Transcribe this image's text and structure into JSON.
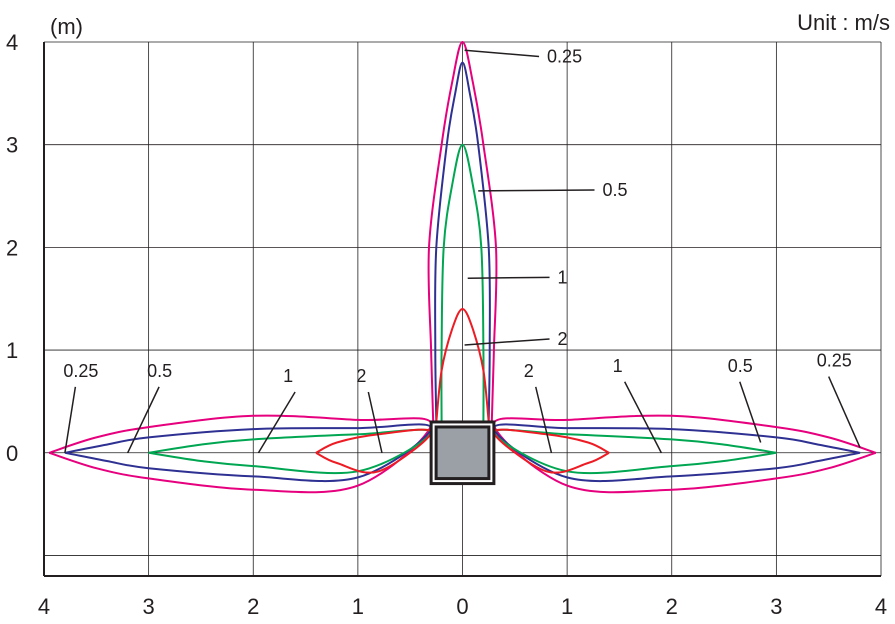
{
  "chart_data": {
    "type": "contour",
    "ylabel": "(m)",
    "unit_label": "Unit  : m/s",
    "xlim": [
      -4,
      4
    ],
    "ylim": [
      -1.2,
      4
    ],
    "x_ticks": [
      {
        "value": -4,
        "label": "4"
      },
      {
        "value": -3,
        "label": "3"
      },
      {
        "value": -2,
        "label": "2"
      },
      {
        "value": -1,
        "label": "1"
      },
      {
        "value": 0,
        "label": "0"
      },
      {
        "value": 1,
        "label": "1"
      },
      {
        "value": 2,
        "label": "2"
      },
      {
        "value": 3,
        "label": "3"
      },
      {
        "value": 4,
        "label": "4"
      }
    ],
    "y_ticks": [
      {
        "value": 0,
        "label": "0"
      },
      {
        "value": 1,
        "label": "1"
      },
      {
        "value": 2,
        "label": "2"
      },
      {
        "value": 3,
        "label": "3"
      },
      {
        "value": 4,
        "label": "4"
      }
    ],
    "grid": true,
    "outlet_box": {
      "x": [
        -0.3,
        0.3
      ],
      "y": [
        -0.3,
        0.3
      ],
      "fill": "#9aa0a6"
    },
    "series": [
      {
        "level": "0.25",
        "color": "#e6007e",
        "vertical_reach": 4.0,
        "horizontal_reach": 3.95,
        "vertical_plume": [
          [
            -0.28,
            0.3
          ],
          [
            -0.3,
            1.0
          ],
          [
            -0.32,
            2.0
          ],
          [
            -0.2,
            3.0
          ],
          [
            -0.1,
            3.6
          ],
          [
            0,
            4.0
          ]
        ],
        "horizontal_plume": [
          [
            -3.95,
            0.0
          ],
          [
            -3.5,
            0.15
          ],
          [
            -3.0,
            0.25
          ],
          [
            -2.0,
            0.36
          ],
          [
            -1.0,
            0.32
          ],
          [
            -0.3,
            0.28
          ]
        ]
      },
      {
        "level": "0.5",
        "color": "#2e3192",
        "vertical_reach": 3.8,
        "horizontal_reach": 3.8,
        "vertical_plume": [
          [
            -0.25,
            0.3
          ],
          [
            -0.26,
            1.0
          ],
          [
            -0.25,
            2.0
          ],
          [
            -0.15,
            3.0
          ],
          [
            -0.07,
            3.5
          ],
          [
            0,
            3.8
          ]
        ],
        "horizontal_plume": [
          [
            -3.8,
            0.0
          ],
          [
            -3.4,
            0.08
          ],
          [
            -3.0,
            0.15
          ],
          [
            -2.0,
            0.23
          ],
          [
            -1.0,
            0.24
          ],
          [
            -0.3,
            0.24
          ]
        ]
      },
      {
        "level": "1",
        "color": "#00a651",
        "vertical_reach": 3.0,
        "horizontal_reach": 3.0,
        "vertical_plume": [
          [
            -0.2,
            0.3
          ],
          [
            -0.2,
            1.0
          ],
          [
            -0.18,
            2.0
          ],
          [
            -0.1,
            2.6
          ],
          [
            0,
            3.0
          ]
        ],
        "horizontal_plume": [
          [
            -3.0,
            0.0
          ],
          [
            -2.5,
            0.08
          ],
          [
            -2.0,
            0.13
          ],
          [
            -1.0,
            0.18
          ],
          [
            -0.3,
            0.2
          ]
        ]
      },
      {
        "level": "2",
        "color": "#ed1c24",
        "vertical_reach": 1.4,
        "horizontal_reach": 1.4,
        "vertical_plume": [
          [
            -0.25,
            0.3
          ],
          [
            -0.2,
            0.8
          ],
          [
            -0.1,
            1.2
          ],
          [
            0,
            1.4
          ]
        ],
        "horizontal_plume": [
          [
            -1.4,
            0.0
          ],
          [
            -1.2,
            0.1
          ],
          [
            -0.8,
            0.18
          ],
          [
            -0.3,
            0.2
          ]
        ]
      }
    ],
    "annotations": [
      {
        "text": "0.25",
        "at": [
          0.77,
          3.8
        ]
      },
      {
        "text": "0.5",
        "at": [
          1.3,
          2.5
        ]
      },
      {
        "text": "1",
        "at": [
          0.87,
          1.65
        ]
      },
      {
        "text": "2",
        "at": [
          0.87,
          1.05
        ]
      },
      {
        "text": "0.25",
        "at": [
          -3.7,
          0.7
        ]
      },
      {
        "text": "0.5",
        "at": [
          -2.9,
          0.7
        ]
      },
      {
        "text": "1",
        "at": [
          -1.6,
          0.65
        ]
      },
      {
        "text": "2",
        "at": [
          -0.9,
          0.65
        ]
      },
      {
        "text": "2",
        "at": [
          0.7,
          0.7
        ]
      },
      {
        "text": "1",
        "at": [
          1.55,
          0.75
        ]
      },
      {
        "text": "0.5",
        "at": [
          2.65,
          0.75
        ]
      },
      {
        "text": "0.25",
        "at": [
          3.5,
          0.8
        ]
      }
    ]
  }
}
